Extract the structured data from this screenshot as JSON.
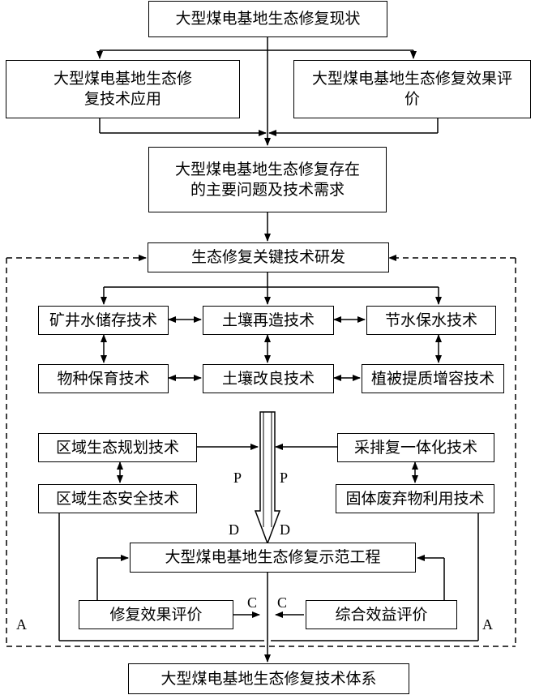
{
  "boxes": {
    "current_status": "大型煤电基地生态修复现状",
    "tech_application": "大型煤电基地生态修复技术应用",
    "effect_evaluation": "大型煤电基地生态修复效果评价",
    "problems_demands": "大型煤电基地生态修复存在的主要问题及技术需求",
    "key_tech_rd": "生态修复关键技术研发",
    "mine_water_storage": "矿井水储存技术",
    "soil_reconstruction": "土壤再造技术",
    "water_saving": "节水保水技术",
    "species_breeding": "物种保育技术",
    "soil_improvement": "土壤改良技术",
    "vegetation_enhancement": "植被提质增容技术",
    "regional_planning": "区域生态规划技术",
    "mining_integration": "采排复一体化技术",
    "regional_security": "区域生态安全技术",
    "solid_waste": "固体废弃物利用技术",
    "demo_project": "大型煤电基地生态修复示范工程",
    "restoration_eval": "修复效果评价",
    "benefit_eval": "综合效益评价",
    "tech_system": "大型煤电基地生态修复技术体系"
  },
  "labels": {
    "p_left": "P",
    "p_right": "P",
    "d_left": "D",
    "d_right": "D",
    "c_left": "C",
    "c_right": "C",
    "a_left": "A",
    "a_right": "A"
  }
}
